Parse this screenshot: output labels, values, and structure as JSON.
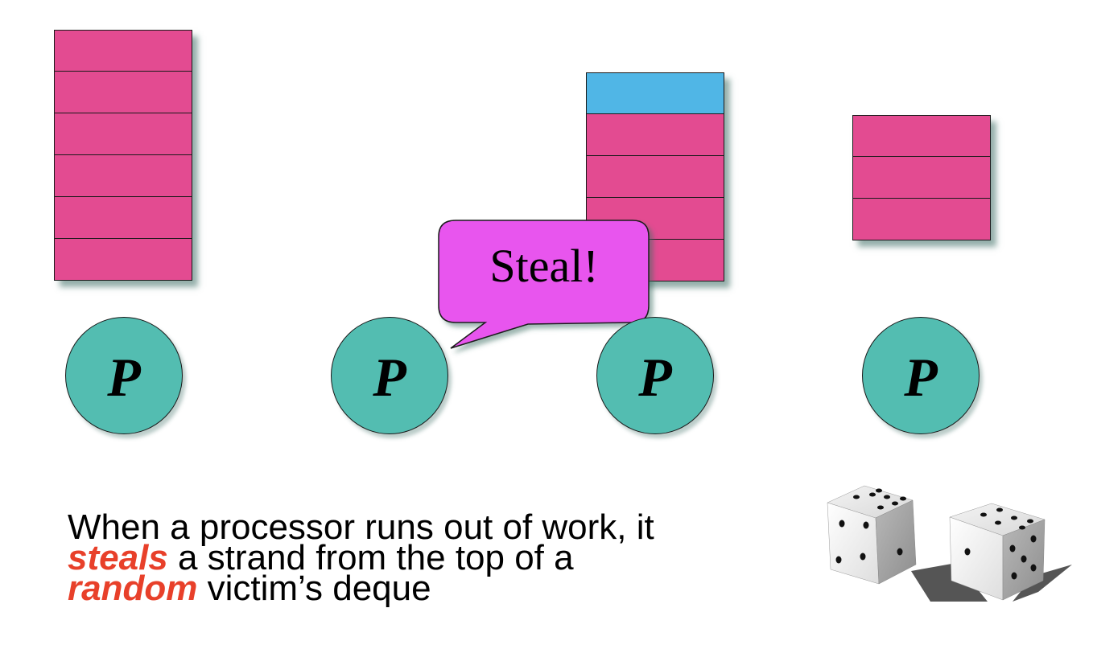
{
  "processors": [
    {
      "label": "P",
      "deque_size": 6,
      "stolen_top": false
    },
    {
      "label": "P",
      "deque_size": 0,
      "stolen_top": false
    },
    {
      "label": "P",
      "deque_size": 5,
      "stolen_top": true
    },
    {
      "label": "P",
      "deque_size": 3,
      "stolen_top": false
    }
  ],
  "callout": {
    "text": "Steal!"
  },
  "caption": {
    "line1": "When a processor runs out of work, it",
    "line2_em": "steals",
    "line2_rest": " a strand from the top of a",
    "line3_em": "random",
    "line3_rest": " victim’s deque"
  },
  "colors": {
    "deque_cell": "#e34b91",
    "stolen_cell": "#50b6e6",
    "processor": "#53bdb1",
    "callout": "#e854ee",
    "emphasis": "#e8402a"
  },
  "icons": {
    "dice": "dice-icon"
  }
}
